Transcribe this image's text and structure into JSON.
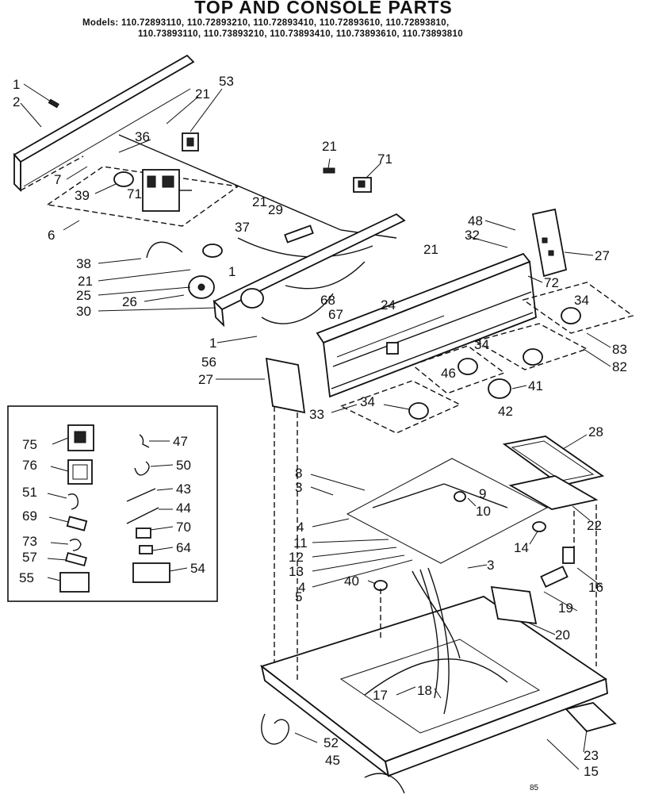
{
  "title": "TOP AND CONSOLE PARTS",
  "models": {
    "prefix": "Models:",
    "line1": "110.72893110, 110.72893210, 110.72893410, 110.72893610, 110.72893810,",
    "line2": "110.73893110, 110.73893210, 110.73893410, 110.73893610, 110.73893810"
  },
  "page_code": "85",
  "part_labels": {
    "p1a": "1",
    "p2": "2",
    "p21a": "21",
    "p53": "53",
    "p36": "36",
    "p7": "7",
    "p39": "39",
    "p71a": "71",
    "p6": "6",
    "p21b": "21",
    "p71b": "71",
    "p21c": "21",
    "p29": "29",
    "p37": "37",
    "p38": "38",
    "p21d": "21",
    "p1b": "1",
    "p25": "25",
    "p26": "26",
    "p30": "30",
    "p68": "68",
    "p67": "67",
    "p21e": "21",
    "p48": "48",
    "p32": "32",
    "p27a": "27",
    "p72": "72",
    "p34a": "34",
    "p24": "24",
    "p1c": "1",
    "p56": "56",
    "p27b": "27",
    "p34b": "34",
    "p83": "83",
    "p82": "82",
    "p46": "46",
    "p41": "41",
    "p42": "42",
    "p33": "33",
    "p34c": "34",
    "p28": "28",
    "p8": "8",
    "p3a": "3",
    "p9": "9",
    "p10": "10",
    "p22": "22",
    "p4a": "4",
    "p11": "11",
    "p12": "12",
    "p13": "13",
    "p14": "14",
    "p4b": "4",
    "p3b": "3",
    "p40": "40",
    "p5": "5",
    "p16": "16",
    "p19": "19",
    "p20": "20",
    "p17": "17",
    "p18": "18",
    "p52": "52",
    "p45": "45",
    "p23": "23",
    "p15": "15"
  },
  "inset_labels": {
    "p75": "75",
    "p76": "76",
    "p51": "51",
    "p69": "69",
    "p73": "73",
    "p57": "57",
    "p55": "55",
    "p47": "47",
    "p50": "50",
    "p43": "43",
    "p44": "44",
    "p70": "70",
    "p64": "64",
    "p54": "54"
  }
}
